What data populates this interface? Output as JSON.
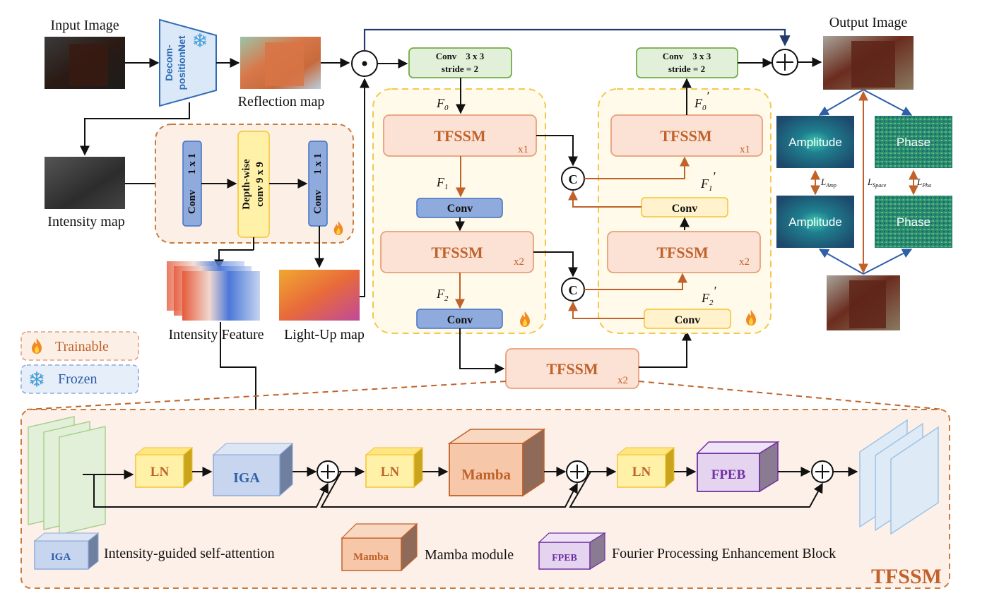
{
  "top": {
    "input_image": "Input Image",
    "decomp_line1": "Decom-",
    "decomp_line2": "positionNet",
    "reflection_map": "Reflection map",
    "intensity_map": "Intensity map",
    "output_image": "Output Image",
    "intensity_feature": "Intensity Feature",
    "lightup_map": "Light-Up map"
  },
  "illum": {
    "conv1_a": "Conv",
    "conv1_b": "1 x 1",
    "dw_a": "Depth-wise",
    "dw_b": "conv   9 x 9",
    "conv2_a": "Conv",
    "conv2_b": "1 x 1"
  },
  "encoder": {
    "conv_top_a": "Conv    3 x 3",
    "conv_top_b": "stride = 2",
    "f0": "F",
    "f0_sub": "0",
    "tfssm1": "TFSSM",
    "tfssm1_mult": "x1",
    "f1": "F",
    "f1_sub": "1",
    "conv1": "Conv",
    "tfssm2": "TFSSM",
    "tfssm2_mult": "x2",
    "f2": "F",
    "f2_sub": "2",
    "conv2": "Conv"
  },
  "bottleneck": {
    "label": "TFSSM",
    "mult": "x2"
  },
  "decoder": {
    "conv_top_a": "Conv    3 x 3",
    "conv_top_b": "stride = 2",
    "f0p": "F",
    "f0p_sub": "0",
    "f0p_prime": "′",
    "tfssm1": "TFSSM",
    "tfssm1_mult": "x1",
    "f1p": "F",
    "f1p_sub": "1",
    "f1p_prime": "′",
    "conv1": "Conv",
    "tfssm2": "TFSSM",
    "tfssm2_mult": "x2",
    "f2p": "F",
    "f2p_sub": "2",
    "f2p_prime": "′",
    "conv2": "Conv"
  },
  "concat_symbol": "C",
  "freq": {
    "amplitude_top": "Amplitude",
    "phase_top": "Phase",
    "amplitude_bottom": "Amplitude",
    "phase_bottom": "Phase",
    "l_amp": "L",
    "l_amp_sub": "Amp",
    "l_space": "L",
    "l_space_sub": "Space",
    "l_pha": "L",
    "l_pha_sub": "Pha"
  },
  "legend": {
    "trainable": "Trainable",
    "frozen": "Frozen"
  },
  "detail": {
    "ln1": "LN",
    "iga": "IGA",
    "ln2": "LN",
    "mamba": "Mamba",
    "ln3": "LN",
    "fpeb": "FPEB",
    "legend_iga_box": "IGA",
    "legend_iga_text": "Intensity-guided self-attention",
    "legend_mamba_box": "Mamba",
    "legend_mamba_text": "Mamba module",
    "legend_fpeb_box": "FPEB",
    "legend_fpeb_text": "Fourier Processing Enhancement Block",
    "title": "TFSSM"
  },
  "colors": {
    "navy": "#1f3c6e",
    "orange": "#c0622a",
    "tfssm_fill": "#fbe2d5",
    "tfssm_stroke": "#e8a07a",
    "conv_green_fill": "#e2f0d9",
    "conv_green_stroke": "#70ad47",
    "conv_blue_fill": "#8faadc",
    "conv_blue_stroke": "#4472c4",
    "yellow_fill": "#fff2cc",
    "yellow_stroke": "#f4c430",
    "dashed_yellow": "#f2c94c",
    "dashed_orange": "#c97b3d",
    "detail_bg": "#fdf0e8"
  },
  "icons": [
    "snowflake-icon",
    "flame-icon",
    "multiply-dot-icon",
    "plus-circle-icon",
    "concat-icon"
  ]
}
